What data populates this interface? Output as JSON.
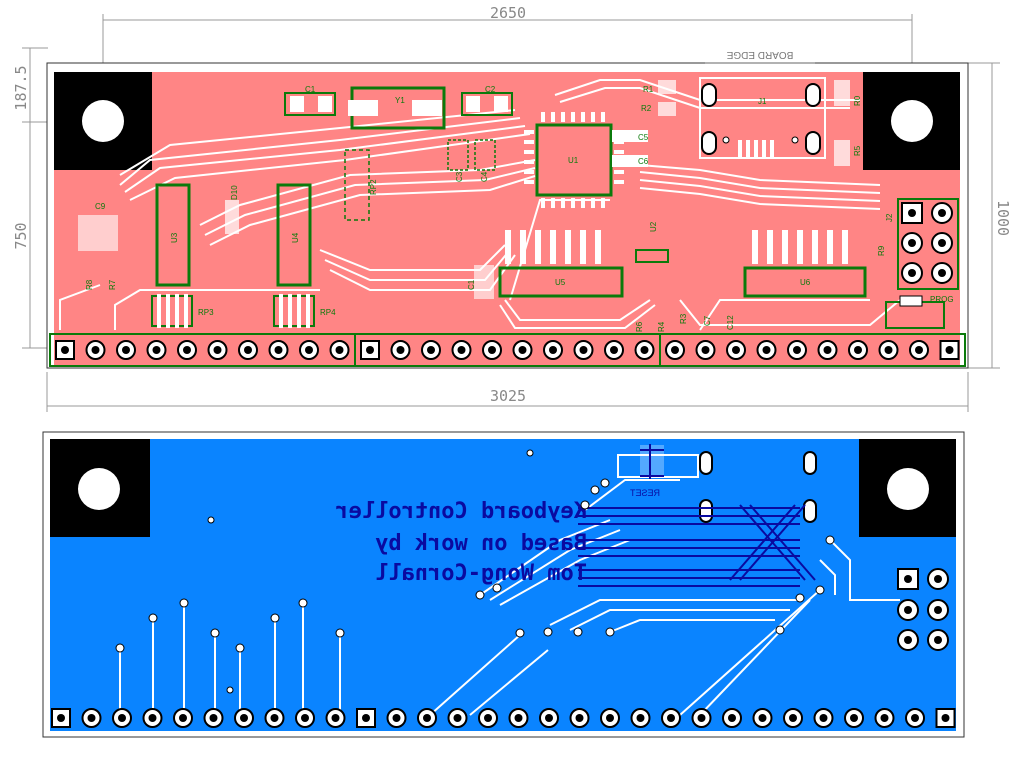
{
  "dimensions": {
    "top_width": "2650",
    "left_offset": "187.5",
    "left_height": "750",
    "right_height": "1000",
    "bottom_width": "3025"
  },
  "board_edge_label": "BOARD EDGE",
  "components": {
    "c1": "C1",
    "y1": "Y1",
    "c2": "C2",
    "r1": "R1",
    "r2": "R2",
    "r0": "R0",
    "j1": "J1",
    "r5": "R5",
    "c5": "C5",
    "c6": "C6",
    "c3": "C3",
    "c4": "C4",
    "u1": "U1",
    "c9": "C9",
    "u3": "U3",
    "d10": "D10",
    "u4": "U4",
    "rp2": "RP2",
    "u2": "U2",
    "r8": "R8",
    "r7": "R7",
    "c1b": "C1",
    "u5": "U5",
    "u6": "U6",
    "j2": "J2",
    "r9": "R9",
    "rp3": "RP3",
    "rp4": "RP4",
    "r6": "R6",
    "r4": "R4",
    "r3": "R3",
    "c7": "C7",
    "c12": "C12",
    "prog": "PROG"
  },
  "bottom_text": {
    "line1": "Keyboard Controller",
    "line2": "Based on work by",
    "line3": "Tom Wong-Cornall"
  },
  "reset_label": "RESET",
  "colors": {
    "top_copper": "#ff8585",
    "bottom_copper": "#0a84ff",
    "silkscreen": "#0b7a0b",
    "bottom_text": "#0a0aa0",
    "mounting_block": "#000000"
  }
}
